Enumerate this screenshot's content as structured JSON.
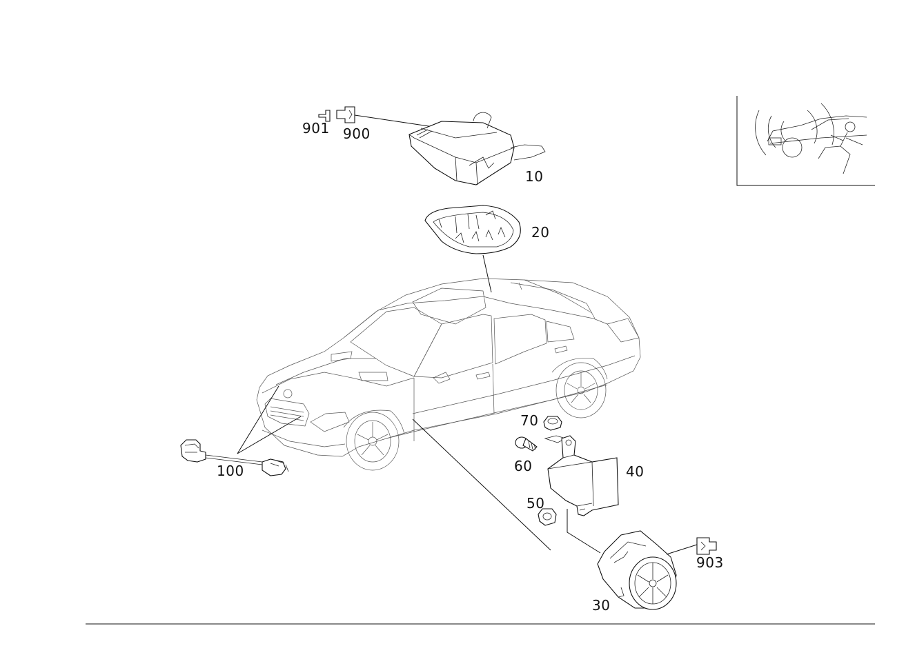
{
  "callouts": [
    {
      "id": "901",
      "text": "901"
    },
    {
      "id": "900",
      "text": "900"
    },
    {
      "id": "10",
      "text": "10"
    },
    {
      "id": "20",
      "text": "20"
    },
    {
      "id": "70",
      "text": "70"
    },
    {
      "id": "60",
      "text": "60"
    },
    {
      "id": "40",
      "text": "40"
    },
    {
      "id": "50",
      "text": "50"
    },
    {
      "id": "100",
      "text": "100"
    },
    {
      "id": "903",
      "text": "903"
    },
    {
      "id": "30",
      "text": "30"
    }
  ],
  "icons": {
    "vehicle": "sedan-car-illustration",
    "inset": "anti-theft-alarm-pictogram"
  },
  "colors": {
    "line": "#111111",
    "background": "#ffffff"
  }
}
